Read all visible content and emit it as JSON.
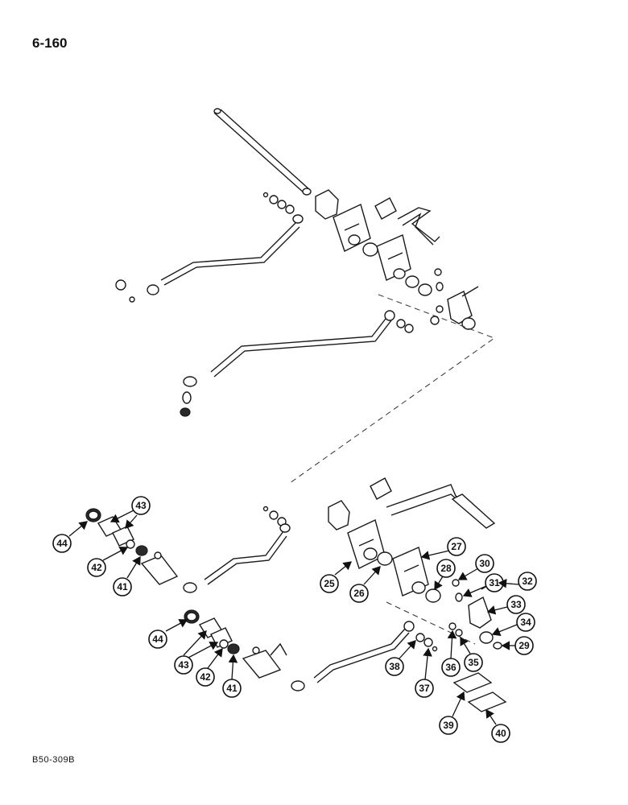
{
  "page": {
    "page_number": "6-160",
    "figure_code": "B50-309B"
  },
  "callouts": [
    {
      "id": "c25",
      "label": "25"
    },
    {
      "id": "c26",
      "label": "26"
    },
    {
      "id": "c27",
      "label": "27"
    },
    {
      "id": "c28",
      "label": "28"
    },
    {
      "id": "c29",
      "label": "29"
    },
    {
      "id": "c30",
      "label": "30"
    },
    {
      "id": "c31",
      "label": "31"
    },
    {
      "id": "c32",
      "label": "32"
    },
    {
      "id": "c33",
      "label": "33"
    },
    {
      "id": "c34",
      "label": "34"
    },
    {
      "id": "c35",
      "label": "35"
    },
    {
      "id": "c36",
      "label": "36"
    },
    {
      "id": "c37",
      "label": "37"
    },
    {
      "id": "c38",
      "label": "38"
    },
    {
      "id": "c39",
      "label": "39"
    },
    {
      "id": "c40",
      "label": "40"
    },
    {
      "id": "c41a",
      "label": "41"
    },
    {
      "id": "c41b",
      "label": "41"
    },
    {
      "id": "c42a",
      "label": "42"
    },
    {
      "id": "c42b",
      "label": "42"
    },
    {
      "id": "c43a",
      "label": "43"
    },
    {
      "id": "c43b",
      "label": "43"
    },
    {
      "id": "c44a",
      "label": "44"
    },
    {
      "id": "c44b",
      "label": "44"
    }
  ]
}
